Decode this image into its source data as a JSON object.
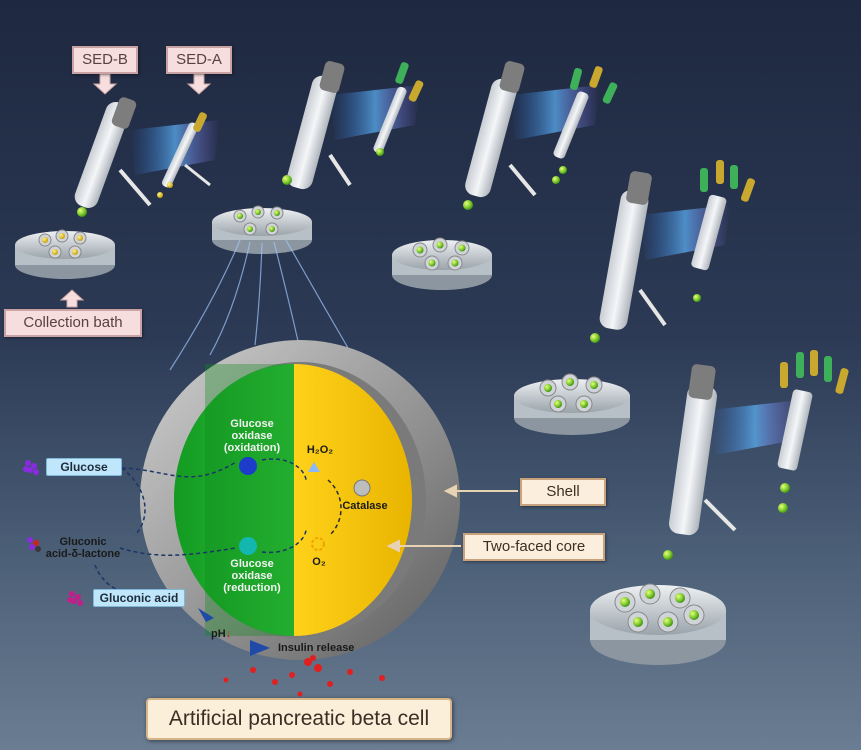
{
  "labels": {
    "sed_b": "SED-B",
    "sed_a": "SED-A",
    "collection_bath": "Collection bath",
    "shell": "Shell",
    "two_faced_core": "Two-faced core",
    "artificial_cell": "Artificial pancreatic beta cell",
    "glucose": "Glucose",
    "gluconic_lactone_1": "Gluconic",
    "gluconic_lactone_2": "acid-δ-lactone",
    "gluconic_acid": "Gluconic acid",
    "gox_oxidation_1": "Glucose",
    "gox_oxidation_2": "oxidase",
    "gox_oxidation_3": "(oxidation)",
    "gox_reduction_1": "Glucose",
    "gox_reduction_2": "oxidase",
    "gox_reduction_3": "(reduction)",
    "h2o2": "H₂O₂",
    "catalase": "Catalase",
    "o2": "O₂",
    "ph": "pH",
    "ph_arrow": "↓",
    "insulin_release": "Insulin release"
  },
  "colors": {
    "green_core": "#1fa52a",
    "yellow_core": "#f5c400",
    "shell": "#a6a6a6",
    "label_pink": "#f7dede",
    "label_blue": "#bfe6fa",
    "insulin": "#e02020"
  }
}
